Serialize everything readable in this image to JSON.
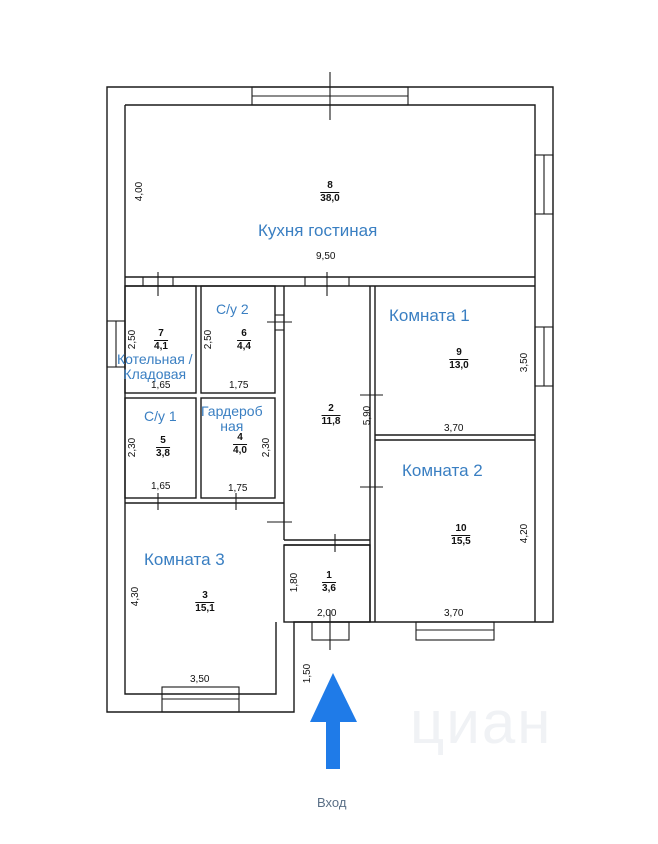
{
  "plan": {
    "accent_color": "#1f7be8",
    "label_color": "#3a7fc2",
    "entry_label": "Вход",
    "watermark": "циан",
    "rooms": [
      {
        "id": "8",
        "area": "38,0",
        "name": "Кухня гостиная",
        "dims": [
          "4,00",
          "9,50"
        ]
      },
      {
        "id": "7",
        "area": "4,1",
        "name_line1": "Котельная /",
        "name_line2": "Кладовая",
        "dims": [
          "2,50",
          "1,65"
        ]
      },
      {
        "id": "6",
        "area": "4,4",
        "name": "С/у 2",
        "dims": [
          "2,50",
          "1,75"
        ]
      },
      {
        "id": "5",
        "area": "3,8",
        "name": "С/у 1",
        "dims": [
          "2,30",
          "1,65"
        ]
      },
      {
        "id": "4",
        "area": "4,0",
        "name_line1": "Гардероб",
        "name_line2": "ная",
        "dims": [
          "2,30",
          "1,75"
        ]
      },
      {
        "id": "2",
        "area": "11,8",
        "name": "",
        "dims": [
          "5,90"
        ]
      },
      {
        "id": "9",
        "area": "13,0",
        "name": "Комната 1",
        "dims": [
          "3,50",
          "3,70"
        ]
      },
      {
        "id": "10",
        "area": "15,5",
        "name": "Комната 2",
        "dims": [
          "4,20",
          "3,70"
        ]
      },
      {
        "id": "3",
        "area": "15,1",
        "name": "Комната 3",
        "dims": [
          "4,30",
          "3,50"
        ]
      },
      {
        "id": "1",
        "area": "3,6",
        "name": "",
        "dims": [
          "1,80",
          "2,00"
        ]
      }
    ],
    "porch_dim": "1,50"
  }
}
